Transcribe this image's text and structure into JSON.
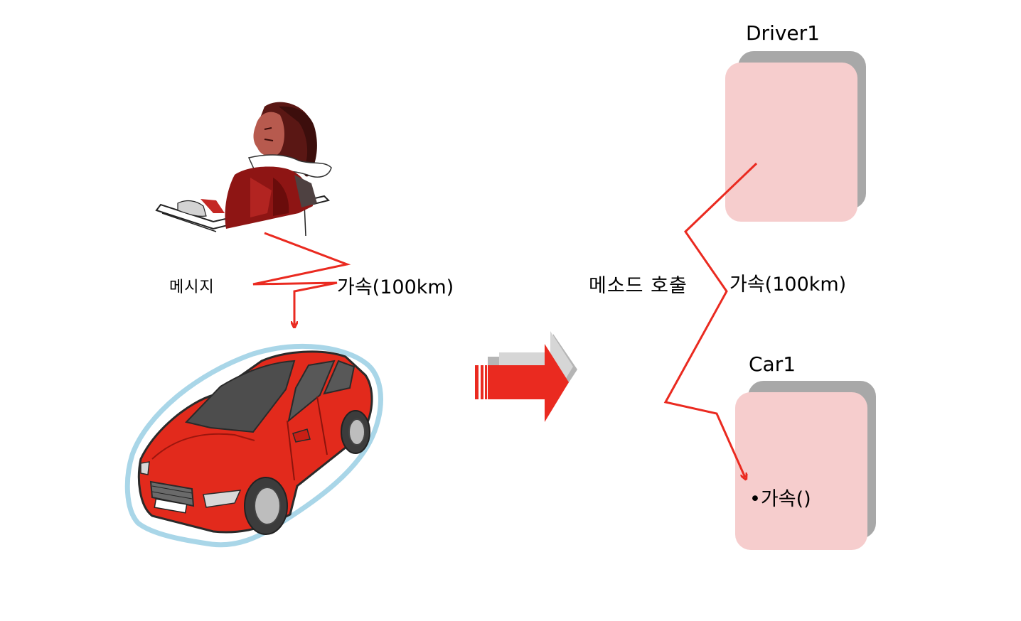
{
  "left_scene": {
    "message_label": "메시지",
    "argument_label": "가속(100km)"
  },
  "right_scene": {
    "method_call_label": "메소드 호출",
    "argument_label": "가속(100km)",
    "driver_object": {
      "title": "Driver1"
    },
    "car_object": {
      "title": "Car1",
      "method": "•가속()"
    }
  },
  "colors": {
    "arrow_red": "#ea2a20",
    "object_fill": "#f6cdcd",
    "object_shadow": "#a8a8a8",
    "car_body": "#e22a1c",
    "car_outline_glow": "#a9d6e8"
  },
  "icons": [
    "driver-woman-icon",
    "red-car-icon",
    "transition-arrow-icon"
  ]
}
